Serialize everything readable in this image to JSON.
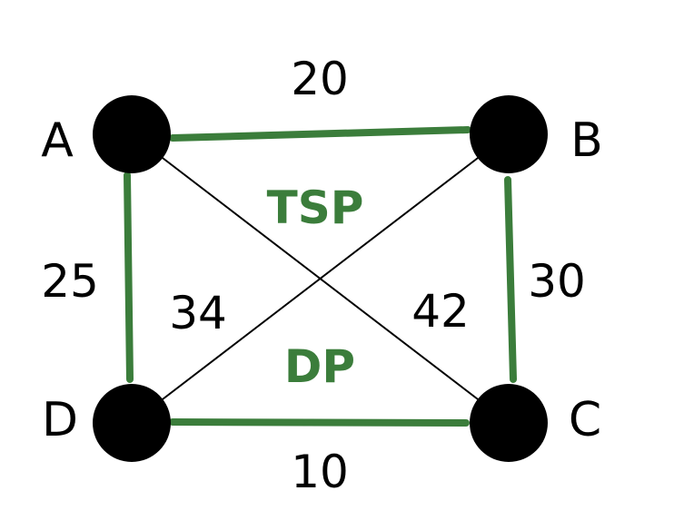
{
  "colors": {
    "tour": "#3b7d3b",
    "edge": "#000000",
    "node": "#000000",
    "background": "#ffffff"
  },
  "title": {
    "top": "TSP",
    "bottom": "DP"
  },
  "nodes": {
    "A": {
      "label": "A"
    },
    "B": {
      "label": "B"
    },
    "C": {
      "label": "C"
    },
    "D": {
      "label": "D"
    }
  },
  "edges": {
    "ab": {
      "weight": "20",
      "in_tour": true
    },
    "bc": {
      "weight": "30",
      "in_tour": true
    },
    "cd": {
      "weight": "10",
      "in_tour": true
    },
    "da": {
      "weight": "25",
      "in_tour": true
    },
    "ac": {
      "weight": "42",
      "in_tour": false
    },
    "bd": {
      "weight": "34",
      "in_tour": false
    }
  }
}
